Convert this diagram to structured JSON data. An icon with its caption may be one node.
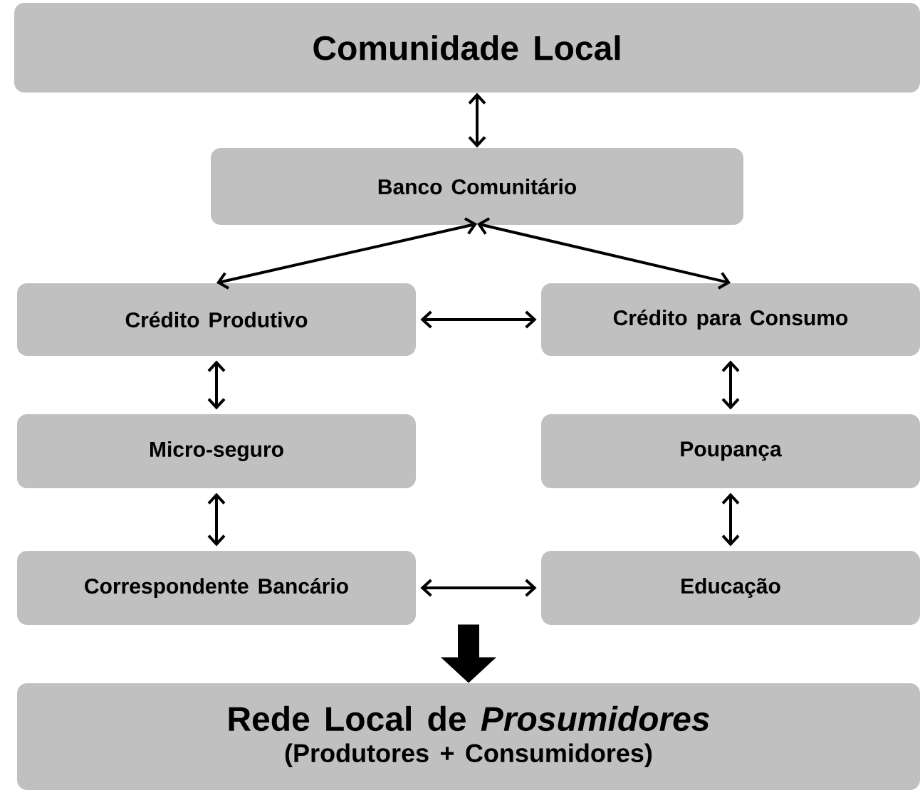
{
  "diagram": {
    "nodes": [
      {
        "text": [
          "Comunidade Local"
        ]
      },
      {
        "text": [
          "Banco Comunitário"
        ]
      },
      {
        "text": [
          "Crédito Produtivo"
        ]
      },
      {
        "text": [
          "Crédito para Consumo"
        ]
      },
      {
        "text": [
          "Micro-seguro"
        ]
      },
      {
        "text": [
          "Poupança"
        ]
      },
      {
        "text": [
          "Correspondente Bancário"
        ]
      },
      {
        "text": [
          "Educação"
        ]
      },
      {
        "text": [
          "Rede Local de *Prosumidores*",
          "(Produtores + Consumidores)"
        ]
      }
    ],
    "edges": [
      {
        "from": 0,
        "to": 1,
        "arrow": "both"
      },
      {
        "from": 1,
        "to": 2,
        "arrow": "both"
      },
      {
        "from": 1,
        "to": 3,
        "arrow": "both"
      },
      {
        "from": 2,
        "to": 3,
        "arrow": "both"
      },
      {
        "from": 2,
        "to": 4,
        "arrow": "both"
      },
      {
        "from": 3,
        "to": 5,
        "arrow": "both"
      },
      {
        "from": 4,
        "to": 6,
        "arrow": "both"
      },
      {
        "from": 5,
        "to": 7,
        "arrow": "both"
      },
      {
        "from": 6,
        "to": 7,
        "arrow": "both"
      },
      {
        "from": null,
        "to": 8,
        "arrow": "to",
        "style": "thick"
      }
    ]
  }
}
